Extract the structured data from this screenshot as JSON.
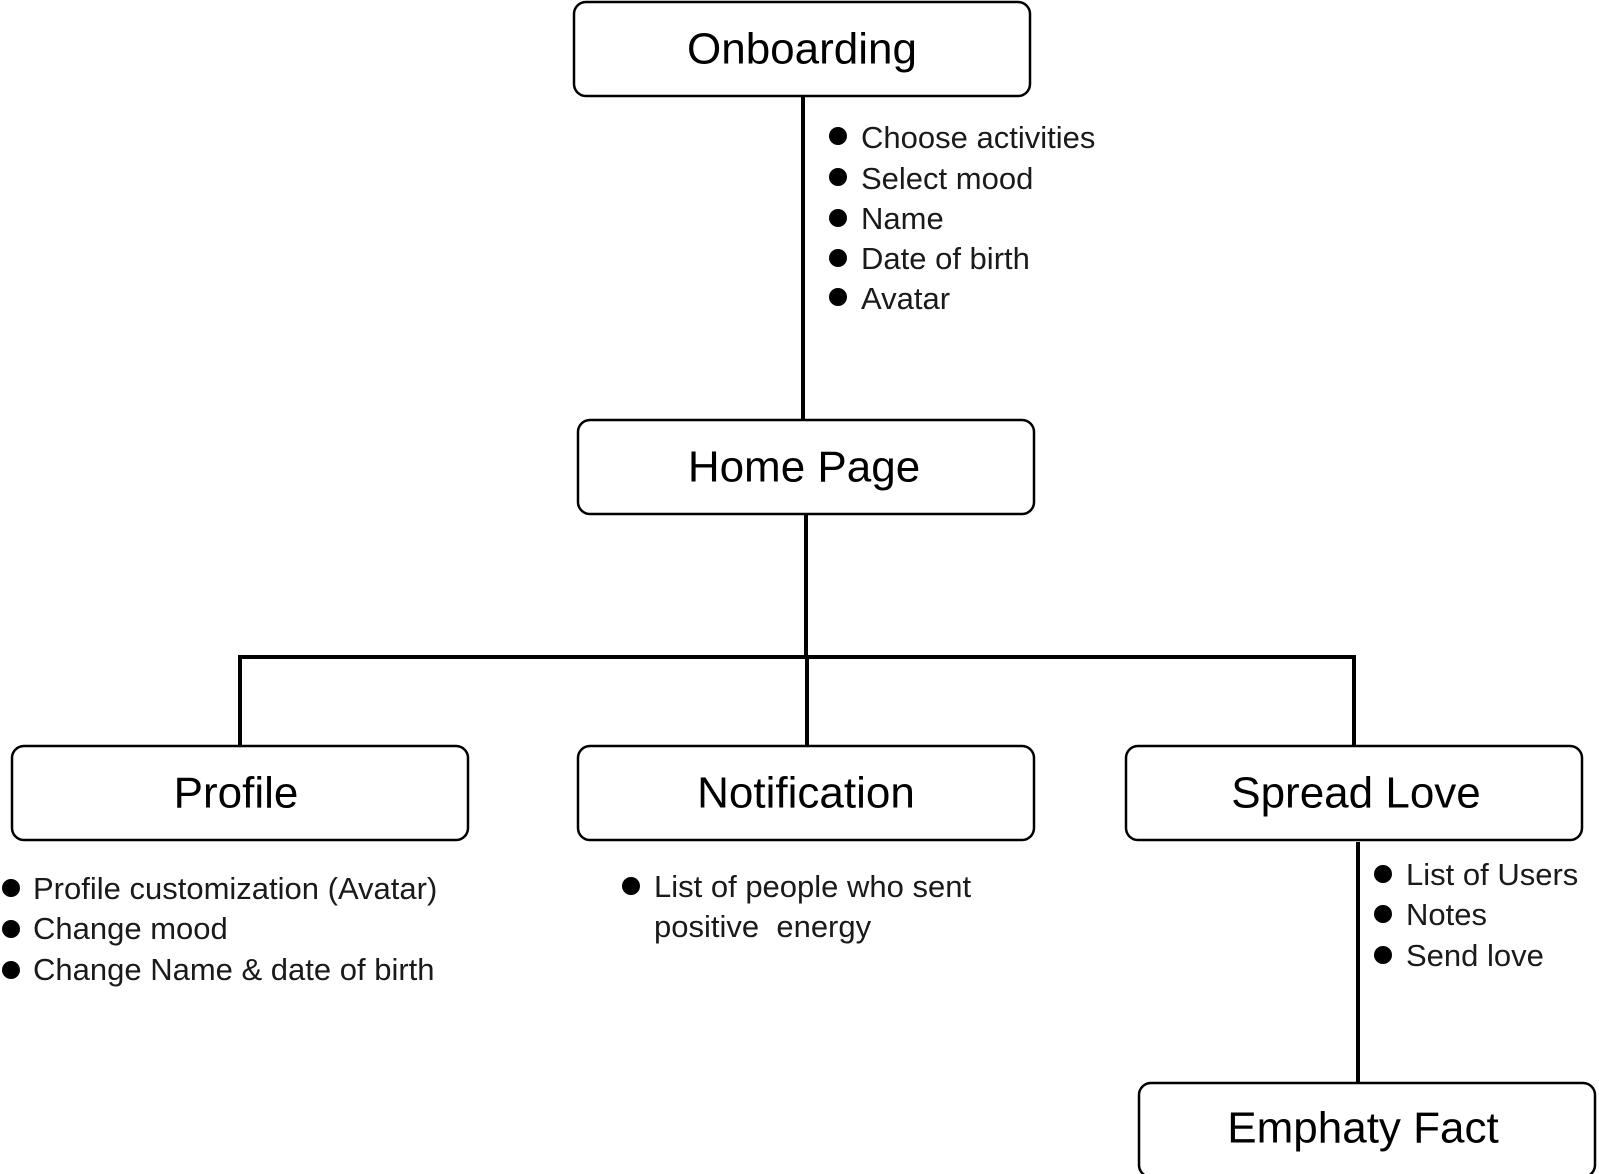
{
  "nodes": {
    "onboarding": "Onboarding",
    "home": "Home Page",
    "profile": "Profile",
    "notification": "Notification",
    "spread_love": "Spread Love",
    "empathy_fact": "Emphaty Fact"
  },
  "onboarding_items": [
    "Choose activities",
    "Select mood",
    "Name",
    "Date of birth",
    "Avatar"
  ],
  "profile_items": [
    "Profile customization (Avatar)",
    "Change mood",
    "Change Name & date of birth"
  ],
  "notification_items": [
    "List of people who sent",
    "positive  energy"
  ],
  "spread_love_items": [
    "List of Users",
    "Notes",
    "Send love"
  ]
}
